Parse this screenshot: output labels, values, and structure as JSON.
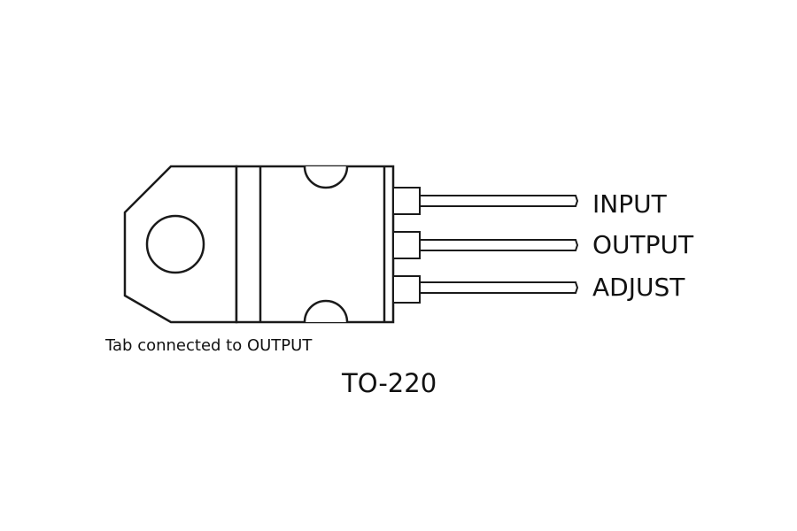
{
  "package": {
    "name": "TO-220",
    "tab_note": "Tab connected to OUTPUT"
  },
  "pins": [
    {
      "label": "INPUT"
    },
    {
      "label": "OUTPUT"
    },
    {
      "label": "ADJUST"
    }
  ],
  "colors": {
    "line": "#1a1a1a",
    "background": "#ffffff",
    "text": "#111111"
  }
}
